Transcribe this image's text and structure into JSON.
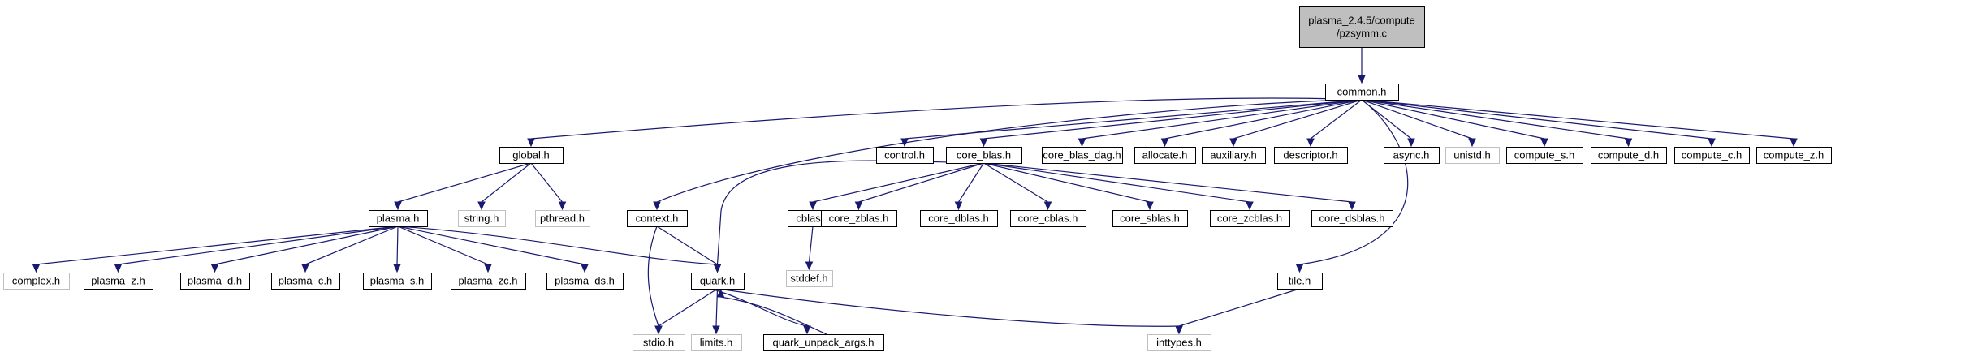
{
  "diagram": {
    "colors": {
      "edge": "#191970",
      "border_normal": "#000000",
      "border_missing": "#bfbfbf",
      "fill_normal": "#ffffff",
      "fill_root": "#bfbfbf"
    },
    "nodes": [
      {
        "id": "root",
        "lines": [
          "plasma_2.4.5/compute",
          "/pzsymm.c"
        ],
        "kind": "root"
      },
      {
        "id": "common",
        "lines": [
          "common.h"
        ],
        "kind": "normal"
      },
      {
        "id": "global",
        "lines": [
          "global.h"
        ],
        "kind": "normal"
      },
      {
        "id": "control",
        "lines": [
          "control.h"
        ],
        "kind": "normal"
      },
      {
        "id": "core_blas",
        "lines": [
          "core_blas.h"
        ],
        "kind": "normal"
      },
      {
        "id": "core_blas_dag",
        "lines": [
          "core_blas_dag.h"
        ],
        "kind": "normal"
      },
      {
        "id": "allocate",
        "lines": [
          "allocate.h"
        ],
        "kind": "normal"
      },
      {
        "id": "auxiliary",
        "lines": [
          "auxiliary.h"
        ],
        "kind": "normal"
      },
      {
        "id": "descriptor",
        "lines": [
          "descriptor.h"
        ],
        "kind": "normal"
      },
      {
        "id": "async",
        "lines": [
          "async.h"
        ],
        "kind": "normal"
      },
      {
        "id": "unistd",
        "lines": [
          "unistd.h"
        ],
        "kind": "missing"
      },
      {
        "id": "compute_s",
        "lines": [
          "compute_s.h"
        ],
        "kind": "normal"
      },
      {
        "id": "compute_d",
        "lines": [
          "compute_d.h"
        ],
        "kind": "normal"
      },
      {
        "id": "compute_c",
        "lines": [
          "compute_c.h"
        ],
        "kind": "normal"
      },
      {
        "id": "compute_z",
        "lines": [
          "compute_z.h"
        ],
        "kind": "normal"
      },
      {
        "id": "plasma",
        "lines": [
          "plasma.h"
        ],
        "kind": "normal"
      },
      {
        "id": "string",
        "lines": [
          "string.h"
        ],
        "kind": "missing"
      },
      {
        "id": "pthread",
        "lines": [
          "pthread.h"
        ],
        "kind": "missing"
      },
      {
        "id": "context",
        "lines": [
          "context.h"
        ],
        "kind": "normal"
      },
      {
        "id": "cblas",
        "lines": [
          "cblas.h"
        ],
        "kind": "normal"
      },
      {
        "id": "core_zblas",
        "lines": [
          "core_zblas.h"
        ],
        "kind": "normal"
      },
      {
        "id": "core_dblas",
        "lines": [
          "core_dblas.h"
        ],
        "kind": "normal"
      },
      {
        "id": "core_cblas",
        "lines": [
          "core_cblas.h"
        ],
        "kind": "normal"
      },
      {
        "id": "core_sblas",
        "lines": [
          "core_sblas.h"
        ],
        "kind": "normal"
      },
      {
        "id": "core_zcblas",
        "lines": [
          "core_zcblas.h"
        ],
        "kind": "normal"
      },
      {
        "id": "core_dsblas",
        "lines": [
          "core_dsblas.h"
        ],
        "kind": "normal"
      },
      {
        "id": "stddef",
        "lines": [
          "stddef.h"
        ],
        "kind": "missing"
      },
      {
        "id": "complex",
        "lines": [
          "complex.h"
        ],
        "kind": "missing"
      },
      {
        "id": "plasma_z",
        "lines": [
          "plasma_z.h"
        ],
        "kind": "normal"
      },
      {
        "id": "plasma_d",
        "lines": [
          "plasma_d.h"
        ],
        "kind": "normal"
      },
      {
        "id": "plasma_c",
        "lines": [
          "plasma_c.h"
        ],
        "kind": "normal"
      },
      {
        "id": "plasma_s",
        "lines": [
          "plasma_s.h"
        ],
        "kind": "normal"
      },
      {
        "id": "plasma_zc",
        "lines": [
          "plasma_zc.h"
        ],
        "kind": "normal"
      },
      {
        "id": "plasma_ds",
        "lines": [
          "plasma_ds.h"
        ],
        "kind": "normal"
      },
      {
        "id": "quark",
        "lines": [
          "quark.h"
        ],
        "kind": "normal"
      },
      {
        "id": "tile",
        "lines": [
          "tile.h"
        ],
        "kind": "normal"
      },
      {
        "id": "stdio",
        "lines": [
          "stdio.h"
        ],
        "kind": "missing"
      },
      {
        "id": "limits",
        "lines": [
          "limits.h"
        ],
        "kind": "missing"
      },
      {
        "id": "quark_unpack_args",
        "lines": [
          "quark_unpack_args.h"
        ],
        "kind": "normal"
      },
      {
        "id": "inttypes",
        "lines": [
          "inttypes.h"
        ],
        "kind": "missing"
      }
    ],
    "edges": [
      {
        "from": "root",
        "to": "common"
      },
      {
        "from": "common",
        "to": "global"
      },
      {
        "from": "common",
        "to": "context"
      },
      {
        "from": "common",
        "to": "control"
      },
      {
        "from": "common",
        "to": "core_blas"
      },
      {
        "from": "common",
        "to": "core_blas_dag"
      },
      {
        "from": "common",
        "to": "allocate"
      },
      {
        "from": "common",
        "to": "auxiliary"
      },
      {
        "from": "common",
        "to": "descriptor"
      },
      {
        "from": "common",
        "to": "tile"
      },
      {
        "from": "common",
        "to": "async"
      },
      {
        "from": "common",
        "to": "unistd"
      },
      {
        "from": "common",
        "to": "compute_s"
      },
      {
        "from": "common",
        "to": "compute_d"
      },
      {
        "from": "common",
        "to": "compute_c"
      },
      {
        "from": "common",
        "to": "compute_z"
      },
      {
        "from": "global",
        "to": "plasma"
      },
      {
        "from": "global",
        "to": "string"
      },
      {
        "from": "global",
        "to": "pthread"
      },
      {
        "from": "plasma",
        "to": "complex"
      },
      {
        "from": "plasma",
        "to": "plasma_z"
      },
      {
        "from": "plasma",
        "to": "plasma_d"
      },
      {
        "from": "plasma",
        "to": "plasma_c"
      },
      {
        "from": "plasma",
        "to": "plasma_s"
      },
      {
        "from": "plasma",
        "to": "plasma_zc"
      },
      {
        "from": "plasma",
        "to": "plasma_ds"
      },
      {
        "from": "plasma",
        "to": "quark"
      },
      {
        "from": "context",
        "to": "quark"
      },
      {
        "from": "context",
        "to": "stdio"
      },
      {
        "from": "core_blas",
        "to": "quark"
      },
      {
        "from": "core_blas",
        "to": "cblas"
      },
      {
        "from": "core_blas",
        "to": "core_zblas"
      },
      {
        "from": "core_blas",
        "to": "core_dblas"
      },
      {
        "from": "core_blas",
        "to": "core_cblas"
      },
      {
        "from": "core_blas",
        "to": "core_sblas"
      },
      {
        "from": "core_blas",
        "to": "core_zcblas"
      },
      {
        "from": "core_blas",
        "to": "core_dsblas"
      },
      {
        "from": "cblas",
        "to": "stddef"
      },
      {
        "from": "quark",
        "to": "stdio"
      },
      {
        "from": "quark",
        "to": "limits"
      },
      {
        "from": "quark",
        "to": "quark_unpack_args"
      },
      {
        "from": "quark",
        "to": "inttypes"
      },
      {
        "from": "quark_unpack_args",
        "to": "quark"
      },
      {
        "from": "tile",
        "to": "inttypes"
      }
    ]
  }
}
